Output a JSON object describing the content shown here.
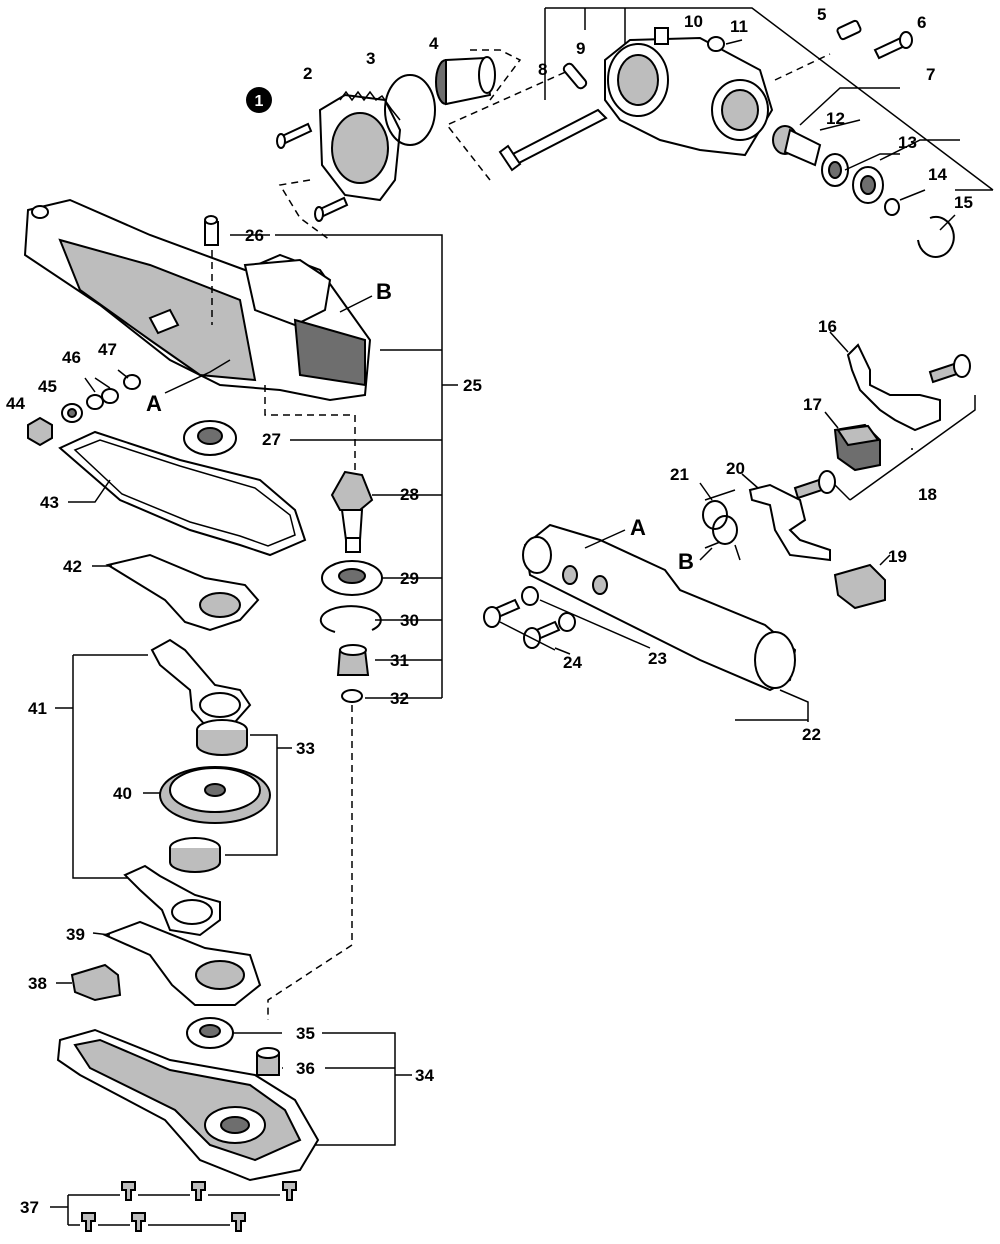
{
  "callouts": [
    {
      "id": "1",
      "text": "1"
    },
    {
      "id": "2",
      "text": "2"
    },
    {
      "id": "3",
      "text": "3"
    },
    {
      "id": "4",
      "text": "4"
    },
    {
      "id": "5",
      "text": "5"
    },
    {
      "id": "6",
      "text": "6"
    },
    {
      "id": "7",
      "text": "7"
    },
    {
      "id": "8",
      "text": "8"
    },
    {
      "id": "9",
      "text": "9"
    },
    {
      "id": "10",
      "text": "10"
    },
    {
      "id": "11",
      "text": "11"
    },
    {
      "id": "12",
      "text": "12"
    },
    {
      "id": "13",
      "text": "13"
    },
    {
      "id": "14",
      "text": "14"
    },
    {
      "id": "15",
      "text": "15"
    },
    {
      "id": "16",
      "text": "16"
    },
    {
      "id": "17",
      "text": "17"
    },
    {
      "id": "18",
      "text": "18"
    },
    {
      "id": "19",
      "text": "19"
    },
    {
      "id": "20",
      "text": "20"
    },
    {
      "id": "21",
      "text": "21"
    },
    {
      "id": "22",
      "text": "22"
    },
    {
      "id": "23",
      "text": "23"
    },
    {
      "id": "24",
      "text": "24"
    },
    {
      "id": "25",
      "text": "25"
    },
    {
      "id": "26",
      "text": "26"
    },
    {
      "id": "27",
      "text": "27"
    },
    {
      "id": "28",
      "text": "28"
    },
    {
      "id": "29",
      "text": "29"
    },
    {
      "id": "30",
      "text": "30"
    },
    {
      "id": "31",
      "text": "31"
    },
    {
      "id": "32",
      "text": "32"
    },
    {
      "id": "33",
      "text": "33"
    },
    {
      "id": "34",
      "text": "34"
    },
    {
      "id": "35",
      "text": "35"
    },
    {
      "id": "36",
      "text": "36"
    },
    {
      "id": "37",
      "text": "37"
    },
    {
      "id": "38",
      "text": "38"
    },
    {
      "id": "39",
      "text": "39"
    },
    {
      "id": "40",
      "text": "40"
    },
    {
      "id": "41",
      "text": "41"
    },
    {
      "id": "42",
      "text": "42"
    },
    {
      "id": "43",
      "text": "43"
    },
    {
      "id": "44",
      "text": "44"
    },
    {
      "id": "45",
      "text": "45"
    },
    {
      "id": "46",
      "text": "46"
    },
    {
      "id": "47",
      "text": "47"
    }
  ],
  "markers": {
    "a1": "A",
    "b1": "B",
    "a2": "A",
    "b2": "B"
  },
  "badge": "1"
}
